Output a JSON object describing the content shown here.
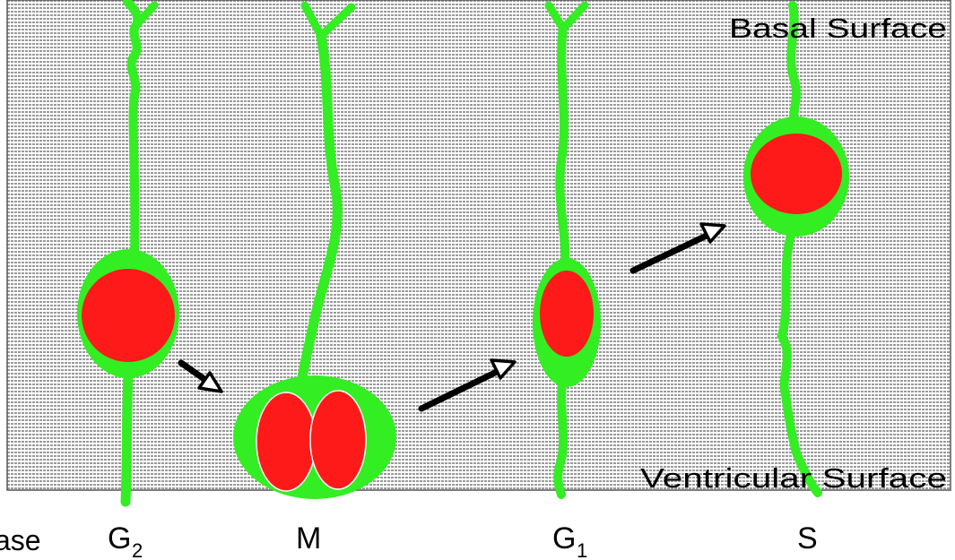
{
  "surfaces": {
    "basal": "Basal Surface",
    "ventricular": "Ventricular Surface"
  },
  "phases": {
    "partial": "ase",
    "g2": {
      "letter": "G",
      "sub": "2"
    },
    "m": {
      "letter": "M"
    },
    "g1": {
      "letter": "G",
      "sub": "1"
    },
    "s": {
      "letter": "S"
    }
  },
  "colors": {
    "cell": "#33ee22",
    "nucleus": "#ff1a1a",
    "arrow": "#000000",
    "hatch": "#8a8a8a"
  }
}
